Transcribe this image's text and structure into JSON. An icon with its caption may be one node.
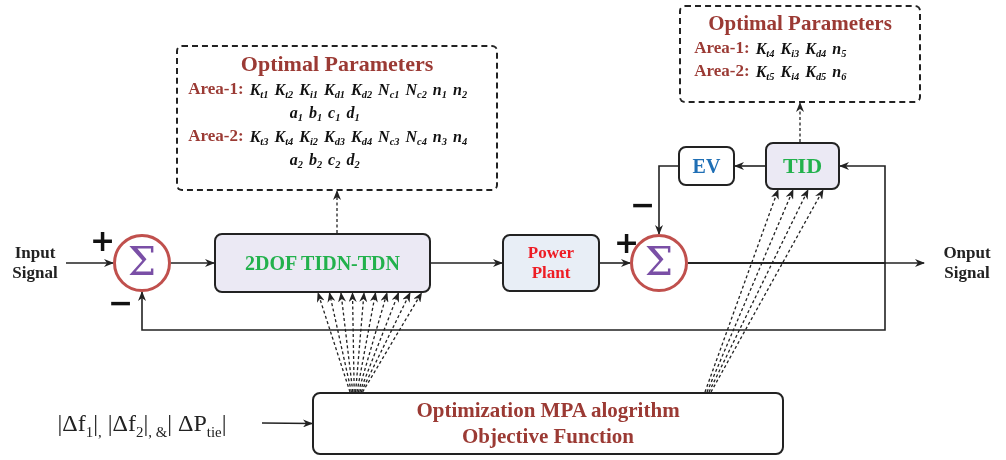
{
  "diagram": {
    "nodes": [
      {
        "text": [
          "Optimal Parameters",
          "Area-1:",
          "K$_{t1}$ K$_{t2}$ K$_{i1}$ K$_{d1}$ K$_{d2}$ N$_{c1}$ N$_{c2}$ n$_{1}$ n$_{2}$ a$_{1}$ b$_{1}$ c$_{1}$ d$_{1}$",
          "Area-2:",
          "K$_{t3}$ K$_{t4}$ K$_{i2}$ K$_{d3}$ K$_{d4}$ N$_{c3}$ N$_{c4}$ n$_{3}$ n$_{4}$ a$_{2}$ b$_{2}$ c$_{2}$ d$_{2}$"
        ]
      },
      {
        "text": [
          "Optimal Parameters",
          "Area-1:",
          "K$_{t4}$ K$_{i3}$ K$_{d4}$ n$_{5}$",
          "Area-2:",
          "K$_{t5}$ K$_{i4}$ K$_{d5}$ n$_{6}$"
        ]
      },
      {
        "text": [
          "Input Signal"
        ]
      },
      {
        "text": [
          "Σ"
        ]
      },
      {
        "text": [
          "2DOF TIDN-TDN"
        ]
      },
      {
        "text": [
          "Power Plant"
        ]
      },
      {
        "text": [
          "Σ"
        ]
      },
      {
        "text": [
          "Onput Signal"
        ]
      },
      {
        "text": [
          "EV"
        ]
      },
      {
        "text": [
          "TID"
        ]
      },
      {
        "text": [
          "Optimization MPA alogrithm Objective Function"
        ]
      },
      {
        "text": [
          "|Δf$_{1}$|$_{,}$ |Δf$_{2}$|$_{, &}$| ΔP$_{tie}$|"
        ]
      }
    ],
    "edges": [
      {
        "from": 2,
        "to": 3,
        "arrow": "to"
      },
      {
        "from": 3,
        "to": 4,
        "arrow": "to"
      },
      {
        "from": 4,
        "to": 5,
        "arrow": "to"
      },
      {
        "from": 5,
        "to": 6,
        "arrow": "to"
      },
      {
        "from": 6,
        "to": 7,
        "arrow": "to"
      },
      {
        "from": 8,
        "to": 6,
        "arrow": "to"
      },
      {
        "from": 9,
        "to": 8,
        "arrow": "to"
      },
      {
        "from": 6,
        "to": 9,
        "arrow": "to"
      },
      {
        "from": 6,
        "to": 3,
        "arrow": "to"
      },
      {
        "from": 4,
        "to": 0,
        "arrow": "to",
        "style": "dashed"
      },
      {
        "from": 9,
        "to": 1,
        "arrow": "to",
        "style": "dashed"
      },
      {
        "from": 10,
        "to": 4,
        "arrow": "to",
        "style": "dashed"
      },
      {
        "from": 10,
        "to": 4,
        "arrow": "to",
        "style": "dashed"
      },
      {
        "from": 10,
        "to": 4,
        "arrow": "to",
        "style": "dashed"
      },
      {
        "from": 10,
        "to": 4,
        "arrow": "to",
        "style": "dashed"
      },
      {
        "from": 10,
        "to": 4,
        "arrow": "to",
        "style": "dashed"
      },
      {
        "from": 10,
        "to": 4,
        "arrow": "to",
        "style": "dashed"
      },
      {
        "from": 10,
        "to": 4,
        "arrow": "to",
        "style": "dashed"
      },
      {
        "from": 10,
        "to": 4,
        "arrow": "to",
        "style": "dashed"
      },
      {
        "from": 10,
        "to": 4,
        "arrow": "to",
        "style": "dashed"
      },
      {
        "from": 10,
        "to": 4,
        "arrow": "to",
        "style": "dashed"
      },
      {
        "from": 10,
        "to": 9,
        "arrow": "to",
        "style": "dashed"
      },
      {
        "from": 10,
        "to": 9,
        "arrow": "to",
        "style": "dashed"
      },
      {
        "from": 10,
        "to": 9,
        "arrow": "to",
        "style": "dashed"
      },
      {
        "from": 10,
        "to": 9,
        "arrow": "to",
        "style": "dashed"
      },
      {
        "from": 11,
        "to": 10,
        "arrow": "to"
      }
    ],
    "labels": [
      "+",
      "−",
      "+",
      "−"
    ]
  }
}
